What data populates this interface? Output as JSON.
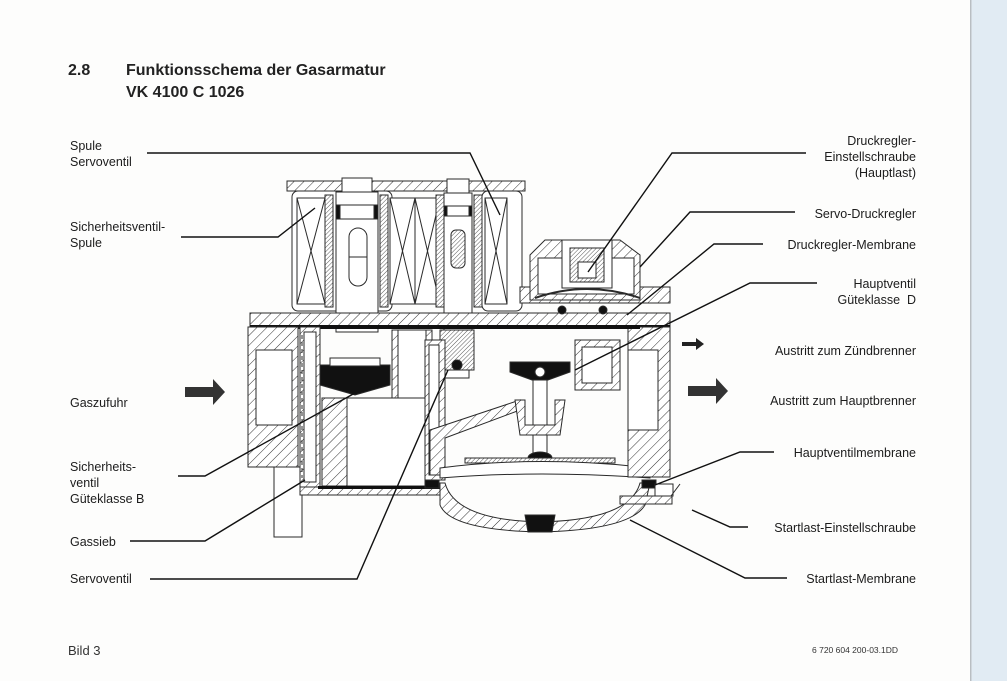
{
  "section": {
    "number": "2.8",
    "title": "Funktionsschema der Gasarmatur",
    "subtitle": "VK 4100 C 1026"
  },
  "labels_left": {
    "spule_servoventil": "Spule\nServoventil",
    "sicherheitsventil_spule": "Sicherheitsventil-\nSpule",
    "gaszufuhr": "Gaszufuhr",
    "sicherheitsventil_gk_b": "Sicherheits-\nventil\nGüteklasse B",
    "gassieb": "Gassieb",
    "servoventil": "Servoventil"
  },
  "labels_right": {
    "druckregler_einstellschraube": "Druckregler-\nEinstellschraube\n(Hauptlast)",
    "servo_druckregler": "Servo-Druckregler",
    "druckregler_membrane": "Druckregler-Membrane",
    "hauptventil_gk_d": "Hauptventil\nGüteklasse  D",
    "austritt_zuendbrenner": "Austritt zum Zündbrenner",
    "austritt_hauptbrenner": "Austritt zum Hauptbrenner",
    "hauptventilmembrane": "Hauptventilmembrane",
    "startlast_einstellschraube": "Startlast-Einstellschraube",
    "startlast_membrane": "Startlast-Membrane"
  },
  "footer": {
    "figure": "Bild 3",
    "doc_code": "6 720 604 200-03.1DD"
  }
}
